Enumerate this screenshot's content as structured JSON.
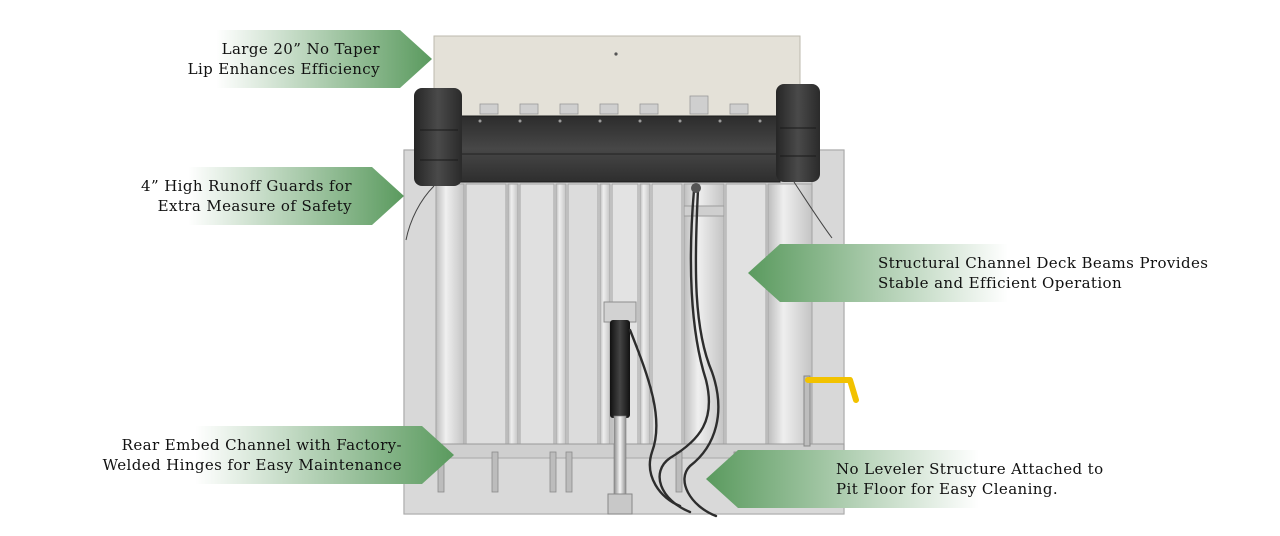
{
  "colors": {
    "banner_dark": "#5a9a5e",
    "banner_light": "#ffffff",
    "frame": "#d4d4d4",
    "lip": "#e4e1d8",
    "bumper": "#333333",
    "cylinder": "#1f1f1f",
    "valve": "#f2c200"
  },
  "callouts": [
    {
      "id": "lip",
      "side": "left",
      "lines": [
        "Large 20” No Taper",
        "Lip Enhances Efficiency"
      ]
    },
    {
      "id": "guards",
      "side": "left",
      "lines": [
        "4” High Runoff Guards for",
        "Extra Measure of Safety"
      ]
    },
    {
      "id": "beams",
      "side": "right",
      "lines": [
        "Structural Channel Deck Beams Provides",
        "Stable and Efficient Operation"
      ]
    },
    {
      "id": "embed",
      "side": "left",
      "lines": [
        "Rear Embed Channel with Factory-",
        "Welded Hinges for Easy Maintenance"
      ]
    },
    {
      "id": "structure",
      "side": "right",
      "lines": [
        "No Leveler Structure Attached to",
        "Pit Floor for Easy Cleaning."
      ]
    }
  ]
}
